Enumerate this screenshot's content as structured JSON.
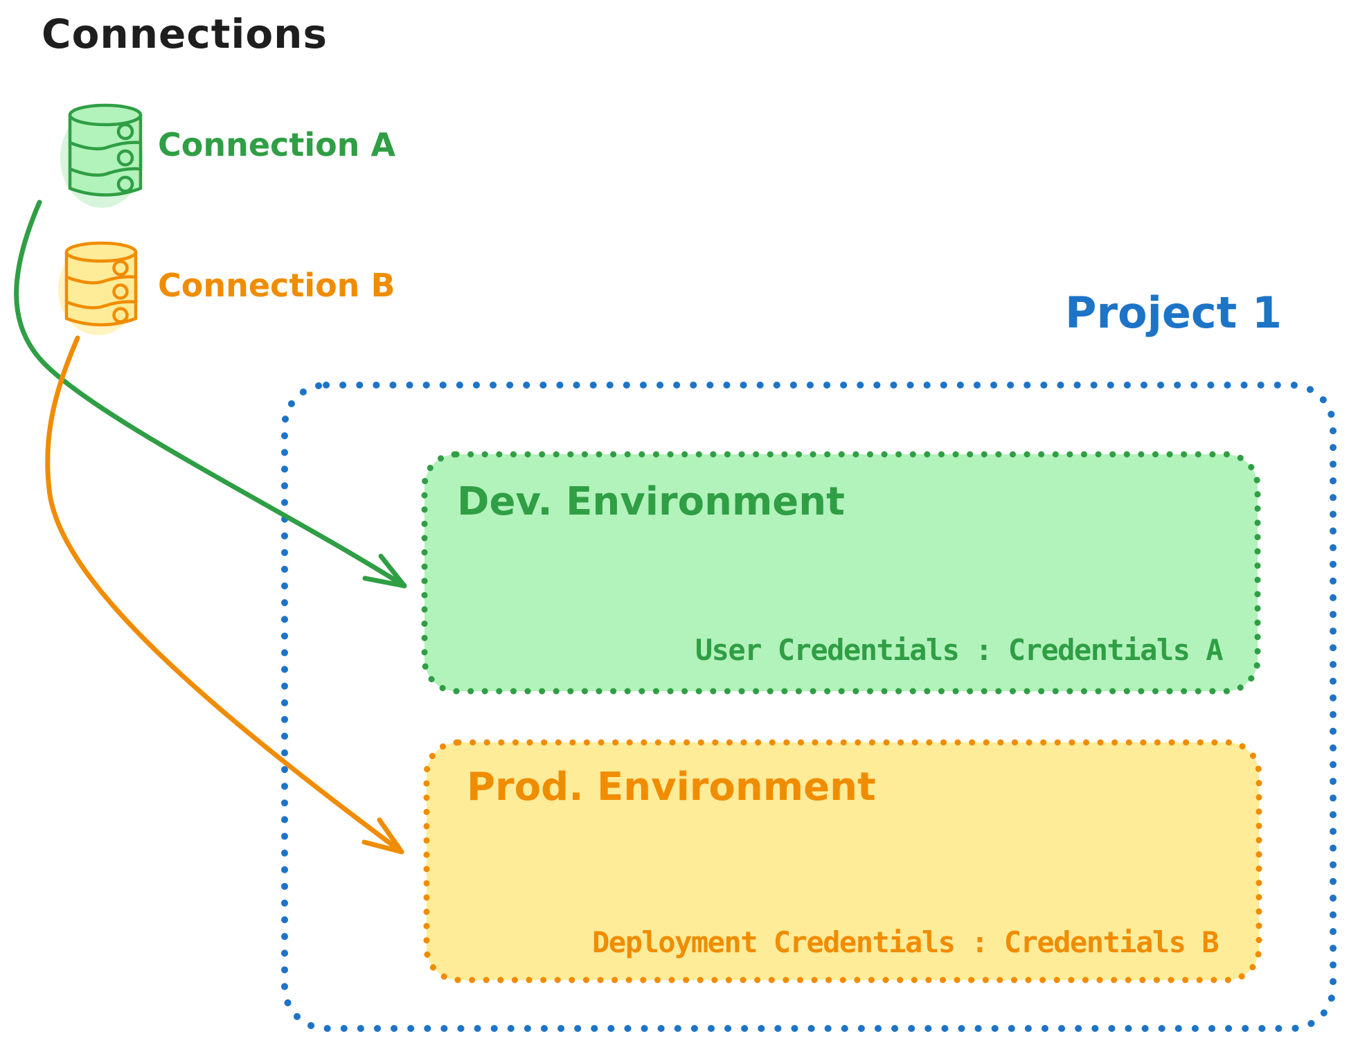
{
  "diagram_title": "Connections",
  "colors": {
    "text_dark": "#1e1e1e",
    "green_stroke": "#2f9e44",
    "green_fill": "#b2f2bb",
    "orange_stroke": "#f08c00",
    "orange_fill": "#ffec99",
    "blue_stroke": "#1d74c7",
    "background": "#ffffff"
  },
  "connections": [
    {
      "label": "Connection A",
      "icon": "database-icon",
      "color": "#2f9e44",
      "fill": "#b2f2bb"
    },
    {
      "label": "Connection B",
      "icon": "database-icon",
      "color": "#f08c00",
      "fill": "#ffec99"
    }
  ],
  "project": {
    "label": "Project 1",
    "color": "#1d74c7",
    "environments": [
      {
        "title": "Dev. Environment",
        "credentials_label": "User Credentials : Credentials A",
        "color": "#2f9e44",
        "fill": "#b2f2bb"
      },
      {
        "title": "Prod. Environment",
        "credentials_label": "Deployment Credentials : Credentials B",
        "color": "#f08c00",
        "fill": "#ffec99"
      }
    ]
  },
  "arrows": [
    {
      "from": "Connection A",
      "to": "Dev. Environment",
      "color": "#2f9e44"
    },
    {
      "from": "Connection B",
      "to": "Prod. Environment",
      "color": "#f08c00"
    }
  ]
}
